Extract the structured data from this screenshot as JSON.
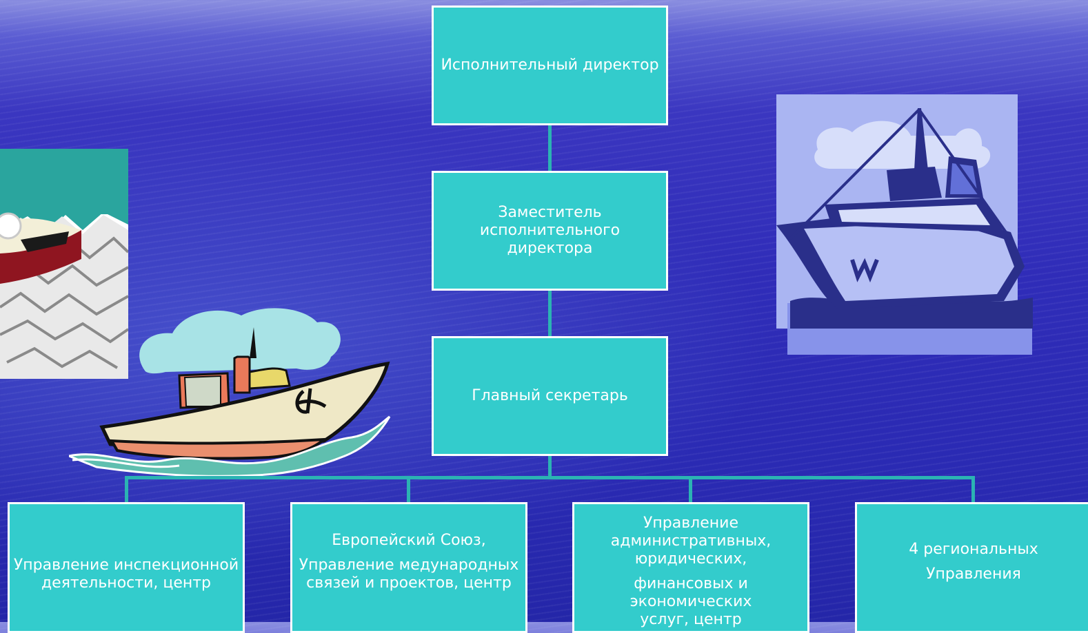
{
  "org_chart": {
    "level1": {
      "title": "Исполнительный директор"
    },
    "level2": {
      "line1": "Заместитель исполнительного",
      "line2": "директора"
    },
    "level3": {
      "title": "Главный секретарь"
    },
    "departments": [
      {
        "line1": "Управление инспекционной",
        "line2": "деятельности, центр"
      },
      {
        "line1": "Европейский Союз,",
        "line2": "Управление медународных",
        "line3": "связей и проектов, центр"
      },
      {
        "line1": "Управление",
        "line2": "административных,",
        "line3": "юридических,",
        "line4": "финансовых и экономических",
        "line5": "услуг, центр"
      },
      {
        "line1": "4 региональных",
        "line2": "Управления"
      }
    ]
  },
  "colors": {
    "box_fill": "#33cccc",
    "box_border": "#ffffff",
    "connector": "#2bb3b3",
    "background": "#2f2cb8"
  },
  "decorations": [
    "clipart-cartoon-boat-icon",
    "clipart-ocean-liner-icon",
    "clipart-boat-in-waves-icon"
  ]
}
